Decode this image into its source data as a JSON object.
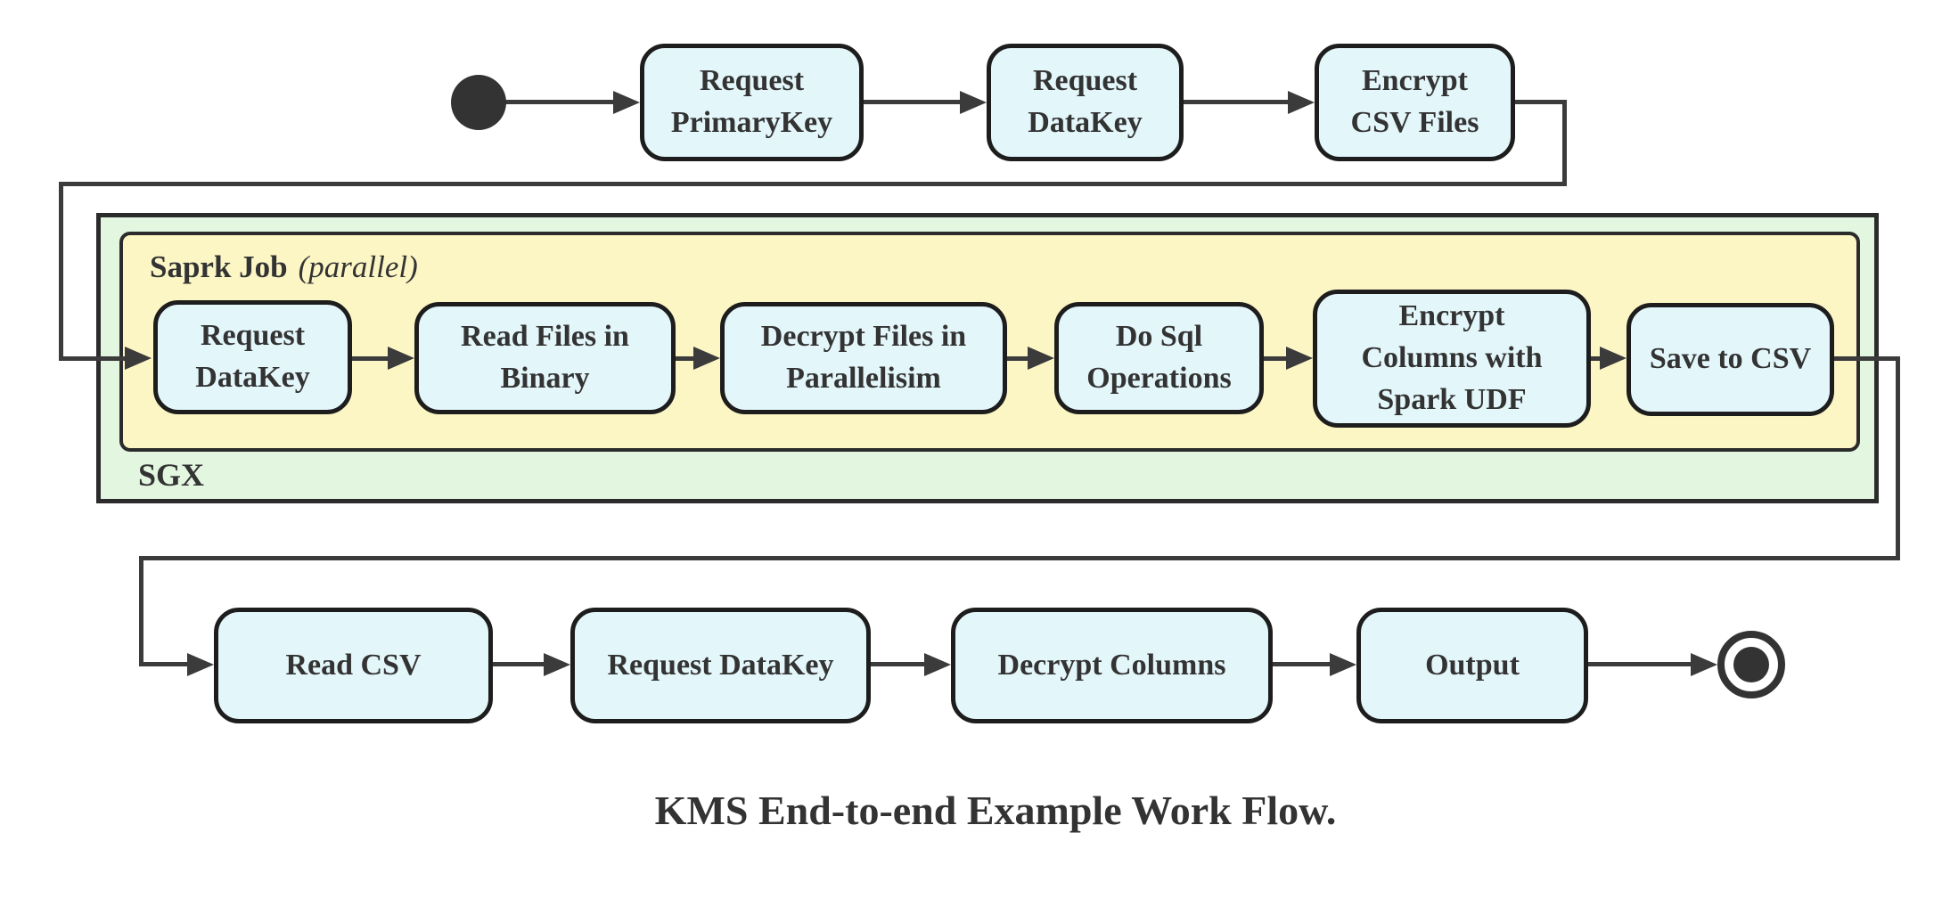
{
  "diagram": {
    "caption": "KMS End-to-end Example Work Flow.",
    "containers": {
      "sgx": {
        "label": "SGX"
      },
      "spark": {
        "label": "Saprk Job",
        "modifier": "(parallel)"
      }
    },
    "rows": {
      "top": [
        {
          "label": "Request PrimaryKey"
        },
        {
          "label": "Request DataKey"
        },
        {
          "label": "Encrypt CSV Files"
        }
      ],
      "spark_job": [
        {
          "label": "Request DataKey"
        },
        {
          "label": "Read Files in Binary"
        },
        {
          "label": "Decrypt Files in Parallelisim"
        },
        {
          "label": "Do Sql Operations"
        },
        {
          "label": "Encrypt Columns with Spark UDF"
        },
        {
          "label": "Save to CSV"
        }
      ],
      "bottom": [
        {
          "label": "Read CSV"
        },
        {
          "label": "Request DataKey"
        },
        {
          "label": "Decrypt Columns"
        },
        {
          "label": "Output"
        }
      ]
    },
    "colors": {
      "node_fill": "#E3F6FA",
      "node_border": "#1D1D1D",
      "sgx_fill": "#E2F6E0",
      "spark_fill": "#FCF6C5",
      "container_border": "#2B2B2B",
      "connector": "#3B3B3B",
      "text": "#333333"
    }
  }
}
